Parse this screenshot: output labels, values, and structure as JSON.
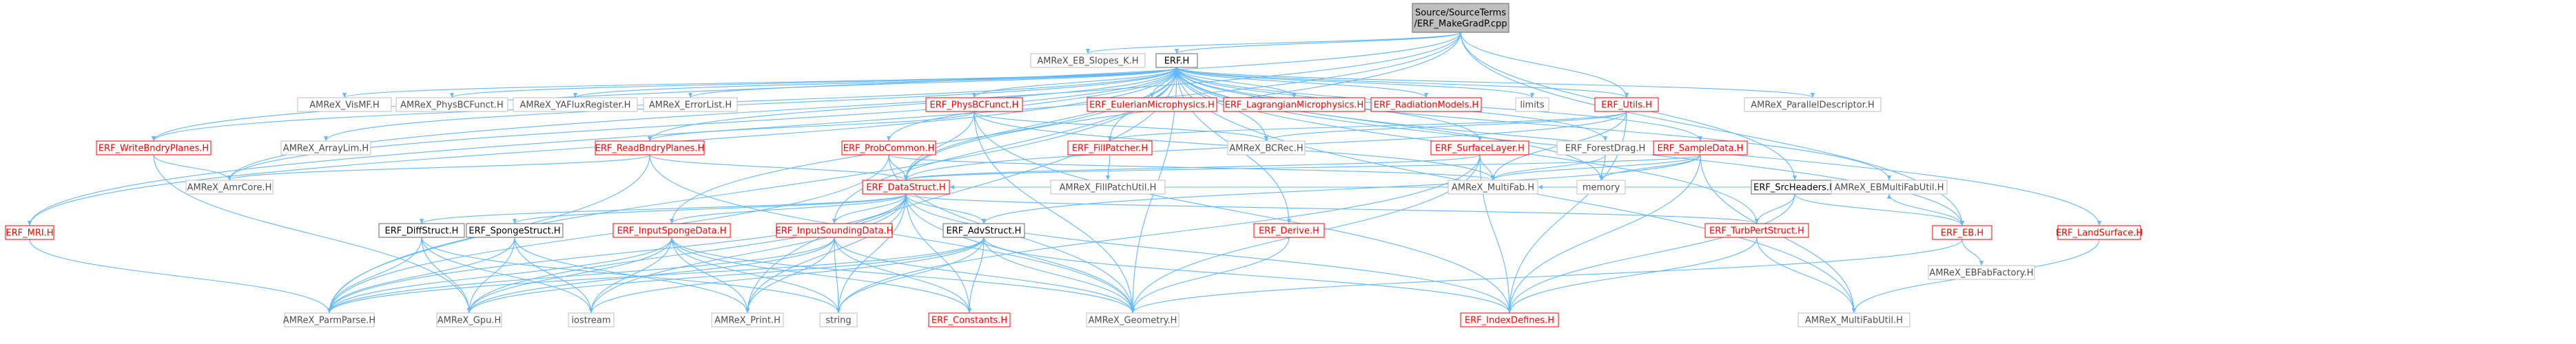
{
  "colors": {
    "edge": "#63b8ff",
    "root_fill": "#bfbfbf",
    "link_border": "#ff0000",
    "link_text": "#ff0000",
    "plain_border": "#bfbfbf",
    "plain_text": "#4d4d4d",
    "dark_text": "#000000"
  },
  "nodes": [
    {
      "id": "root",
      "kind": "root",
      "lines": [
        "Source/SourceTerms",
        "/ERF_MakeGradP.cpp"
      ]
    },
    {
      "id": "ebslopes",
      "kind": "plain",
      "lines": [
        "AMReX_EB_Slopes_K.H"
      ]
    },
    {
      "id": "erfh",
      "kind": "dark",
      "lines": [
        "ERF.H"
      ]
    },
    {
      "id": "srcheaders",
      "kind": "dark",
      "lines": [
        "ERF_SrcHeaders.H"
      ]
    },
    {
      "id": "eb",
      "kind": "link",
      "lines": [
        "ERF_EB.H"
      ]
    },
    {
      "id": "utils",
      "kind": "link",
      "lines": [
        "ERF_Utils.H"
      ]
    },
    {
      "id": "visMF",
      "kind": "plain",
      "lines": [
        "AMReX_VisMF.H"
      ]
    },
    {
      "id": "physbcfunct_amrex",
      "kind": "plain",
      "lines": [
        "AMReX_PhysBCFunct.H"
      ]
    },
    {
      "id": "yafluxreg",
      "kind": "plain",
      "lines": [
        "AMReX_YAFluxRegister.H"
      ]
    },
    {
      "id": "errorlist",
      "kind": "plain",
      "lines": [
        "AMReX_ErrorList.H"
      ]
    },
    {
      "id": "physbcfunct",
      "kind": "link",
      "lines": [
        "ERF_PhysBCFunct.H"
      ]
    },
    {
      "id": "eulerian",
      "kind": "link",
      "lines": [
        "ERF_EulerianMicrophysics.H"
      ]
    },
    {
      "id": "lagrangian",
      "kind": "link",
      "lines": [
        "ERF_LagrangianMicrophysics.H"
      ]
    },
    {
      "id": "radiation",
      "kind": "link",
      "lines": [
        "ERF_RadiationModels.H"
      ]
    },
    {
      "id": "limits",
      "kind": "plain",
      "lines": [
        "limits"
      ]
    },
    {
      "id": "paralleldesc",
      "kind": "plain",
      "lines": [
        "AMReX_ParallelDescriptor.H"
      ]
    },
    {
      "id": "mri",
      "kind": "link",
      "lines": [
        "ERF_MRI.H"
      ]
    },
    {
      "id": "writebndry",
      "kind": "link",
      "lines": [
        "ERF_WriteBndryPlanes.H"
      ]
    },
    {
      "id": "arraylim",
      "kind": "plain",
      "lines": [
        "AMReX_ArrayLim.H"
      ]
    },
    {
      "id": "readbndry",
      "kind": "link",
      "lines": [
        "ERF_ReadBndryPlanes.H"
      ]
    },
    {
      "id": "probcommon",
      "kind": "link",
      "lines": [
        "ERF_ProbCommon.H"
      ]
    },
    {
      "id": "fillpatcher",
      "kind": "link",
      "lines": [
        "ERF_FillPatcher.H"
      ]
    },
    {
      "id": "bcrec",
      "kind": "plain",
      "lines": [
        "AMReX_BCRec.H"
      ]
    },
    {
      "id": "surfacelayer",
      "kind": "link",
      "lines": [
        "ERF_SurfaceLayer.H"
      ]
    },
    {
      "id": "forestdrag",
      "kind": "plain",
      "lines": [
        "ERF_ForestDrag.H"
      ]
    },
    {
      "id": "sampledata",
      "kind": "link",
      "lines": [
        "ERF_SampleData.H"
      ]
    },
    {
      "id": "landsurface",
      "kind": "link",
      "lines": [
        "ERF_LandSurface.H"
      ]
    },
    {
      "id": "amrcore",
      "kind": "plain",
      "lines": [
        "AMReX_AmrCore.H"
      ]
    },
    {
      "id": "datastruct",
      "kind": "link",
      "lines": [
        "ERF_DataStruct.H"
      ]
    },
    {
      "id": "fillpatchutil",
      "kind": "plain",
      "lines": [
        "AMReX_FillPatchUtil.H"
      ]
    },
    {
      "id": "multifab",
      "kind": "plain",
      "lines": [
        "AMReX_MultiFab.H"
      ]
    },
    {
      "id": "memory",
      "kind": "plain",
      "lines": [
        "memory"
      ]
    },
    {
      "id": "ebmultifabutil",
      "kind": "plain",
      "lines": [
        "AMReX_EBMultiFabUtil.H"
      ]
    },
    {
      "id": "ebfabfactory",
      "kind": "plain",
      "lines": [
        "AMReX_EBFabFactory.H"
      ]
    },
    {
      "id": "diffstruct",
      "kind": "dark",
      "lines": [
        "ERF_DiffStruct.H"
      ]
    },
    {
      "id": "spongestruct",
      "kind": "dark",
      "lines": [
        "ERF_SpongeStruct.H"
      ]
    },
    {
      "id": "inputsponge",
      "kind": "link",
      "lines": [
        "ERF_InputSpongeData.H"
      ]
    },
    {
      "id": "inputsounding",
      "kind": "link",
      "lines": [
        "ERF_InputSoundingData.H"
      ]
    },
    {
      "id": "advstruct",
      "kind": "dark",
      "lines": [
        "ERF_AdvStruct.H"
      ]
    },
    {
      "id": "derive",
      "kind": "link",
      "lines": [
        "ERF_Derive.H"
      ]
    },
    {
      "id": "turbpert",
      "kind": "link",
      "lines": [
        "ERF_TurbPertStruct.H"
      ]
    },
    {
      "id": "parmparse",
      "kind": "plain",
      "lines": [
        "AMReX_ParmParse.H"
      ]
    },
    {
      "id": "gpu",
      "kind": "plain",
      "lines": [
        "AMReX_Gpu.H"
      ]
    },
    {
      "id": "iostream",
      "kind": "plain",
      "lines": [
        "iostream"
      ]
    },
    {
      "id": "print",
      "kind": "plain",
      "lines": [
        "AMReX_Print.H"
      ]
    },
    {
      "id": "string",
      "kind": "plain",
      "lines": [
        "string"
      ]
    },
    {
      "id": "constants",
      "kind": "link",
      "lines": [
        "ERF_Constants.H"
      ]
    },
    {
      "id": "geometry",
      "kind": "plain",
      "lines": [
        "AMReX_Geometry.H"
      ]
    },
    {
      "id": "indexdefines",
      "kind": "link",
      "lines": [
        "ERF_IndexDefines.H"
      ]
    },
    {
      "id": "multifabutil",
      "kind": "plain",
      "lines": [
        "AMReX_MultiFabUtil.H"
      ]
    }
  ]
}
